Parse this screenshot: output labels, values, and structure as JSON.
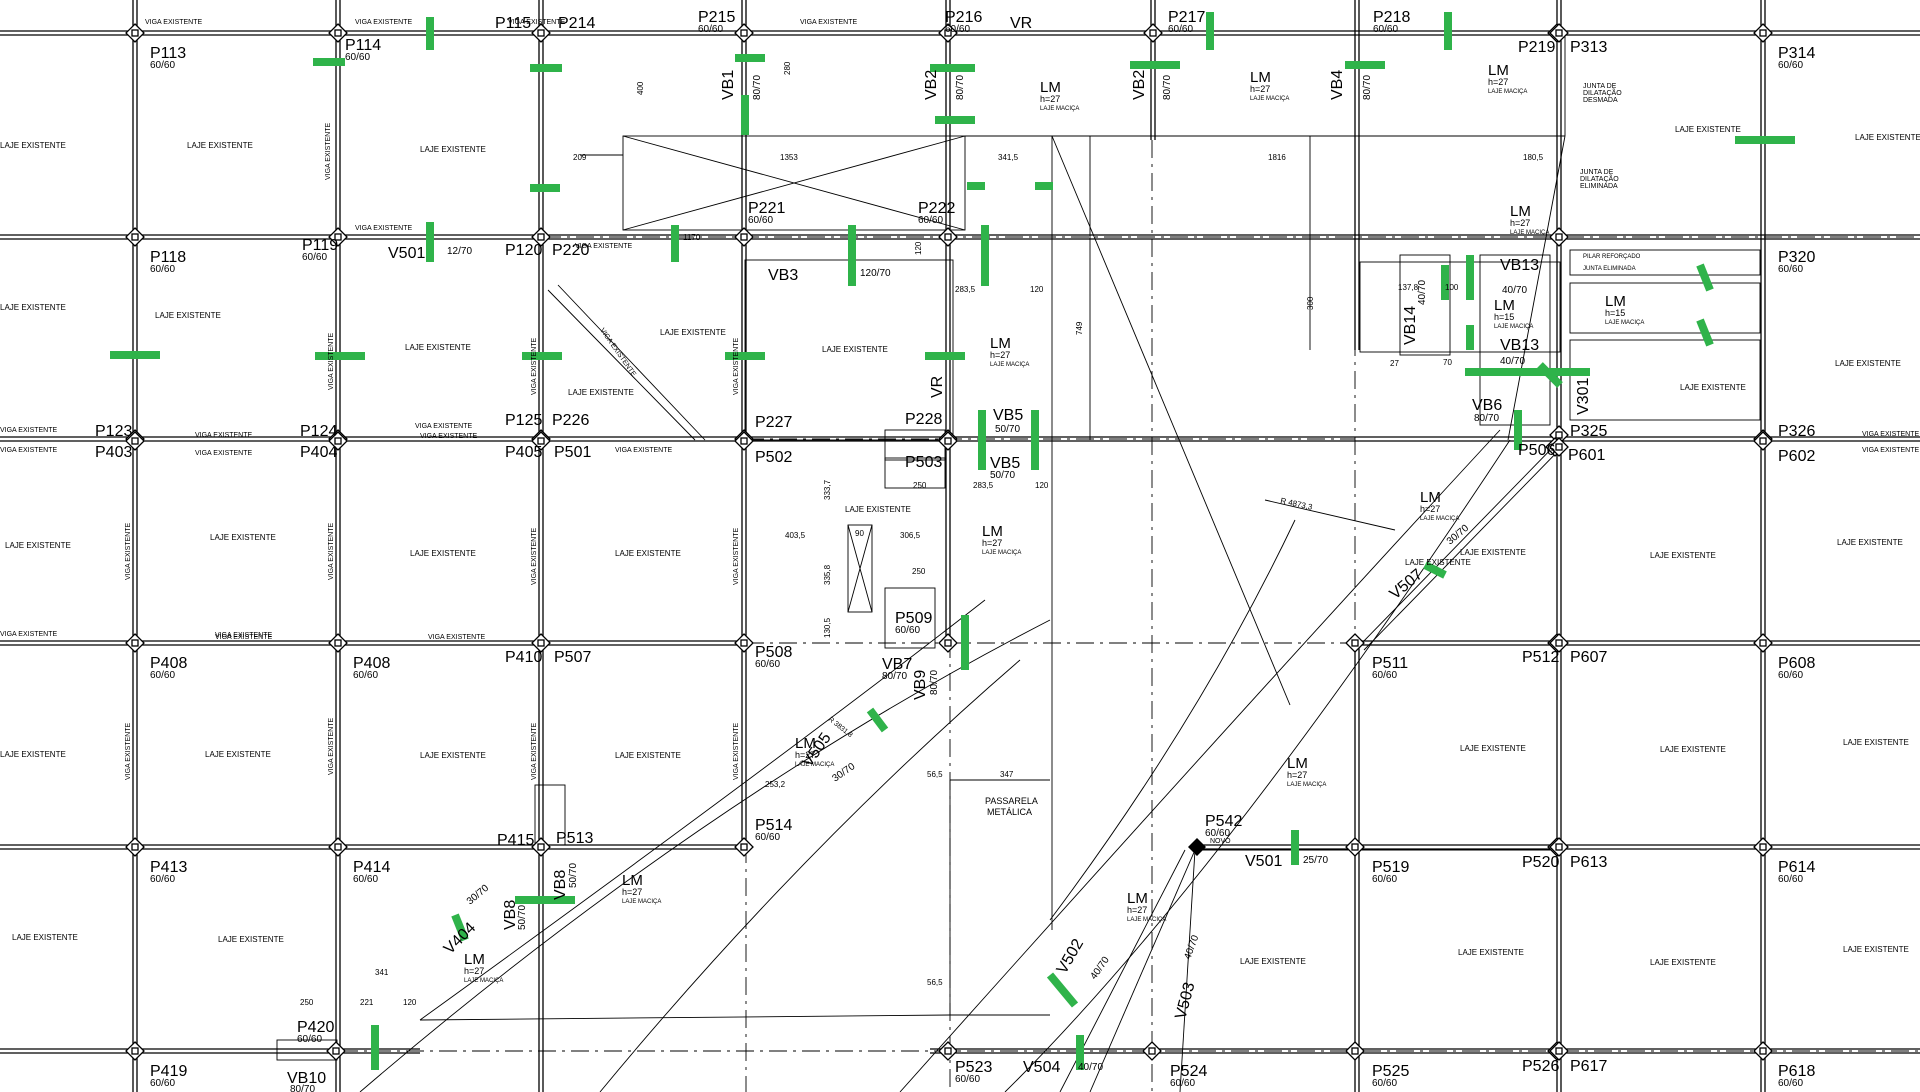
{
  "colors": {
    "lines": "#000000",
    "marker": "#2fb34a",
    "background": "#ffffff"
  },
  "columns": [
    {
      "id": "p113",
      "label": "P113",
      "size": "60/60"
    },
    {
      "id": "p114",
      "label": "P114",
      "size": "60/60"
    },
    {
      "id": "p115",
      "label": "P115",
      "size": ""
    },
    {
      "id": "p214",
      "label": "P214",
      "size": ""
    },
    {
      "id": "p215",
      "label": "P215",
      "size": "60/60"
    },
    {
      "id": "p216",
      "label": "P216",
      "size": "60/60"
    },
    {
      "id": "p217",
      "label": "P217",
      "size": "60/60"
    },
    {
      "id": "p218",
      "label": "P218",
      "size": "60/60"
    },
    {
      "id": "p219",
      "label": "P219",
      "size": ""
    },
    {
      "id": "p313",
      "label": "P313",
      "size": ""
    },
    {
      "id": "p314",
      "label": "P314",
      "size": "60/60"
    },
    {
      "id": "p118",
      "label": "P118",
      "size": "60/60"
    },
    {
      "id": "p119",
      "label": "P119",
      "size": "60/60"
    },
    {
      "id": "p120",
      "label": "P120",
      "size": ""
    },
    {
      "id": "p220",
      "label": "P220",
      "size": ""
    },
    {
      "id": "p221",
      "label": "P221",
      "size": "60/60"
    },
    {
      "id": "p222",
      "label": "P222",
      "size": "60/60"
    },
    {
      "id": "p320",
      "label": "P320",
      "size": "60/60"
    },
    {
      "id": "p123",
      "label": "P123",
      "size": ""
    },
    {
      "id": "p124",
      "label": "P124",
      "size": ""
    },
    {
      "id": "p125",
      "label": "P125",
      "size": ""
    },
    {
      "id": "p226",
      "label": "P226",
      "size": ""
    },
    {
      "id": "p227",
      "label": "P227",
      "size": ""
    },
    {
      "id": "p228",
      "label": "P228",
      "size": ""
    },
    {
      "id": "p325",
      "label": "P325",
      "size": ""
    },
    {
      "id": "p326",
      "label": "P326",
      "size": ""
    },
    {
      "id": "p403",
      "label": "P403",
      "size": ""
    },
    {
      "id": "p404",
      "label": "P404",
      "size": ""
    },
    {
      "id": "p405",
      "label": "P405",
      "size": ""
    },
    {
      "id": "p501",
      "label": "P501",
      "size": ""
    },
    {
      "id": "p502",
      "label": "P502",
      "size": ""
    },
    {
      "id": "p503",
      "label": "P503",
      "size": ""
    },
    {
      "id": "p506",
      "label": "P506",
      "size": ""
    },
    {
      "id": "p601",
      "label": "P601",
      "size": ""
    },
    {
      "id": "p602",
      "label": "P602",
      "size": ""
    },
    {
      "id": "p408a",
      "label": "P408",
      "size": "60/60"
    },
    {
      "id": "p408b",
      "label": "P408",
      "size": "60/60"
    },
    {
      "id": "p410",
      "label": "P410",
      "size": ""
    },
    {
      "id": "p507",
      "label": "P507",
      "size": ""
    },
    {
      "id": "p508",
      "label": "P508",
      "size": "60/60"
    },
    {
      "id": "p509",
      "label": "P509",
      "size": "60/60"
    },
    {
      "id": "p511",
      "label": "P511",
      "size": "60/60"
    },
    {
      "id": "p512",
      "label": "P512",
      "size": ""
    },
    {
      "id": "p607",
      "label": "P607",
      "size": ""
    },
    {
      "id": "p608",
      "label": "P608",
      "size": "60/60"
    },
    {
      "id": "p415",
      "label": "P415",
      "size": ""
    },
    {
      "id": "p513",
      "label": "P513",
      "size": ""
    },
    {
      "id": "p514",
      "label": "P514",
      "size": "60/60"
    },
    {
      "id": "p542",
      "label": "P542",
      "size": "60/60"
    },
    {
      "id": "p413",
      "label": "P413",
      "size": "60/60"
    },
    {
      "id": "p414",
      "label": "P414",
      "size": "60/60"
    },
    {
      "id": "p519",
      "label": "P519",
      "size": "60/60"
    },
    {
      "id": "p520",
      "label": "P520",
      "size": ""
    },
    {
      "id": "p613",
      "label": "P613",
      "size": ""
    },
    {
      "id": "p614",
      "label": "P614",
      "size": "60/60"
    },
    {
      "id": "p420",
      "label": "P420",
      "size": "60/60"
    },
    {
      "id": "p419",
      "label": "P419",
      "size": "60/60"
    },
    {
      "id": "p523",
      "label": "P523",
      "size": "60/60"
    },
    {
      "id": "p524",
      "label": "P524",
      "size": "60/60"
    },
    {
      "id": "p525",
      "label": "P525",
      "size": "60/60"
    },
    {
      "id": "p526",
      "label": "P526",
      "size": ""
    },
    {
      "id": "p617",
      "label": "P617",
      "size": ""
    },
    {
      "id": "p618",
      "label": "P618",
      "size": "60/60"
    }
  ],
  "beams": [
    {
      "id": "vb1",
      "label": "VB1",
      "size": "80/70"
    },
    {
      "id": "vb2a",
      "label": "VB2",
      "size": "80/70"
    },
    {
      "id": "vb2b",
      "label": "VB2",
      "size": "80/70"
    },
    {
      "id": "vb4",
      "label": "VB4",
      "size": "80/70"
    },
    {
      "id": "vr1",
      "label": "VR",
      "size": ""
    },
    {
      "id": "vr2",
      "label": "VR",
      "size": ""
    },
    {
      "id": "vb3",
      "label": "VB3",
      "size": "120/70"
    },
    {
      "id": "v501a",
      "label": "V501",
      "size": "12/70"
    },
    {
      "id": "vb5a",
      "label": "VB5",
      "size": "50/70"
    },
    {
      "id": "vb5b",
      "label": "VB5",
      "size": "50/70"
    },
    {
      "id": "vb6",
      "label": "VB6",
      "size": "80/70"
    },
    {
      "id": "vb13a",
      "label": "VB13",
      "size": "40/70"
    },
    {
      "id": "vb13b",
      "label": "VB13",
      "size": "40/70"
    },
    {
      "id": "vb14",
      "label": "VB14",
      "size": "40/70"
    },
    {
      "id": "v301",
      "label": "V301",
      "size": ""
    },
    {
      "id": "v507",
      "label": "V507",
      "size": "30/70"
    },
    {
      "id": "vb7",
      "label": "VB7",
      "size": "80/70"
    },
    {
      "id": "vb9",
      "label": "VB9",
      "size": "80/70"
    },
    {
      "id": "v505",
      "label": "V505",
      "size": "30/70"
    },
    {
      "id": "vb8a",
      "label": "VB8",
      "size": "50/70"
    },
    {
      "id": "vb8b",
      "label": "VB8",
      "size": "50/70"
    },
    {
      "id": "v404",
      "label": "V404",
      "size": "30/70"
    },
    {
      "id": "v501b",
      "label": "V501",
      "size": "25/70"
    },
    {
      "id": "v502",
      "label": "V502",
      "size": "40/70"
    },
    {
      "id": "v503",
      "label": "V503",
      "size": "40/70"
    },
    {
      "id": "v504",
      "label": "V504",
      "size": "40/70"
    },
    {
      "id": "vb10",
      "label": "VB10",
      "size": "80/70"
    }
  ],
  "slabs": [
    {
      "id": "lm1",
      "label": "LM",
      "detail": "h=27",
      "note": "LAJE MACIÇA"
    },
    {
      "id": "lm2",
      "label": "LM",
      "detail": "h=27",
      "note": "LAJE MACIÇA"
    },
    {
      "id": "lm3",
      "label": "LM",
      "detail": "h=27",
      "note": "LAJE MACIÇA"
    },
    {
      "id": "lm4",
      "label": "LM",
      "detail": "h=27",
      "note": "LAJE MACIÇA"
    },
    {
      "id": "lm5",
      "label": "LM",
      "detail": "h=27",
      "note": "LAJE MACIÇA"
    },
    {
      "id": "lm6",
      "label": "LM",
      "detail": "h=15",
      "note": "LAJE MACIÇA"
    },
    {
      "id": "lm7",
      "label": "LM",
      "detail": "h=15",
      "note": "LAJE MACIÇA"
    },
    {
      "id": "lm8",
      "label": "LM",
      "detail": "h=27",
      "note": "LAJE MACIÇA"
    },
    {
      "id": "lm9",
      "label": "LM",
      "detail": "h=27",
      "note": "LAJE MACIÇA"
    },
    {
      "id": "lm10",
      "label": "LM",
      "detail": "h=27",
      "note": "LAJE MACIÇA"
    },
    {
      "id": "lm11",
      "label": "LM",
      "detail": "h=27",
      "note": "LAJE MACIÇA"
    },
    {
      "id": "lm12",
      "label": "LM",
      "detail": "h=27",
      "note": "LAJE MACIÇA"
    },
    {
      "id": "lm13",
      "label": "LM",
      "detail": "h=27",
      "note": "LAJE MACIÇA"
    },
    {
      "id": "lm14",
      "label": "LM",
      "detail": "h=27",
      "note": "LAJE MACIÇA"
    },
    {
      "id": "lm15",
      "label": "LM",
      "detail": "h=27",
      "note": "LAJE MACIÇA"
    }
  ],
  "existing_slab_label": "LAJE EXISTENTE",
  "existing_beam_label": "VIGA EXISTENTE",
  "notes": {
    "junta_desmada": [
      "JUNTA DE",
      "DILATAÇÃO",
      "DESMADA"
    ],
    "junta_eliminada": [
      "JUNTA DE",
      "DILATAÇÃO",
      "ELIMINADA"
    ],
    "pilar_reforcado": "PILAR REFORÇADO",
    "junta_eliminada_short": "JUNTA ELIMINADA",
    "passarela": [
      "PASSARELA",
      "METÁLICA"
    ],
    "novo": "NOVO",
    "radius_1": "R 4873,3",
    "radius_2": "R 3831,8"
  },
  "dims": {
    "d1353": "1353",
    "d3415": "341,5",
    "d1816": "1816",
    "d1805": "180,5",
    "d209": "209",
    "d2835a": "283,5",
    "d120a": "120",
    "d749": "749",
    "d403_5": "403,5",
    "d306_5": "306,5",
    "d250a": "250",
    "d250b": "250",
    "d2835b": "283,5",
    "d120b": "120",
    "d333_7": "333,7",
    "d335_8": "335,8",
    "d130_5": "130,5",
    "d2532": "253,2",
    "d347": "347",
    "d56_5a": "56,5",
    "d56_5b": "56,5",
    "d341": "341",
    "d221": "221",
    "d120c": "120",
    "d250c": "250",
    "d137_8": "137,8",
    "d100": "100",
    "d70": "70",
    "d27": "27",
    "d300": "300",
    "d400": "400",
    "d280": "280",
    "d1170": "1170",
    "d120d": "120",
    "d90": "90"
  }
}
